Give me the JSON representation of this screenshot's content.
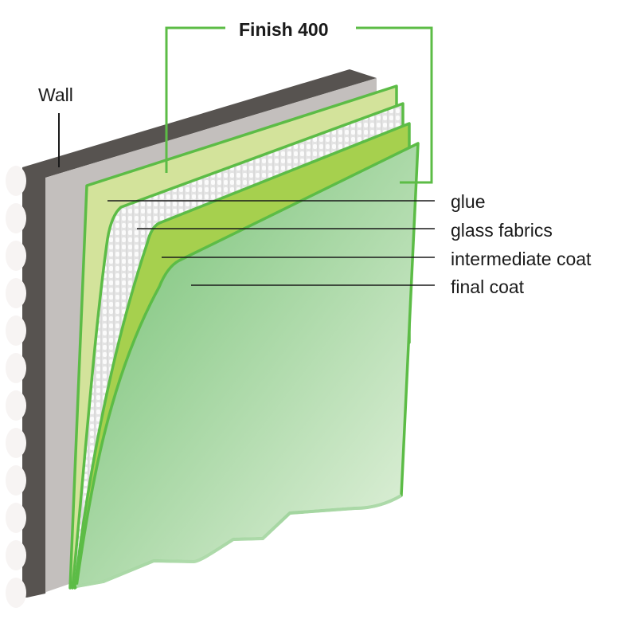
{
  "title": "Finish 400",
  "wall_label": "Wall",
  "layers": [
    {
      "label": "glue"
    },
    {
      "label": "glass fabrics"
    },
    {
      "label": "intermediate coat"
    },
    {
      "label": "final coat"
    }
  ],
  "colors": {
    "wall_dark": "#575350",
    "wall_gray": "#c3bfbd",
    "glue": "#d3e39b",
    "fabric": "#e6e6e6",
    "intermediate": "#a6d04e",
    "final_start": "#7cc47a",
    "final_end": "#e3f2dc",
    "outline_green": "#5cbc46"
  }
}
